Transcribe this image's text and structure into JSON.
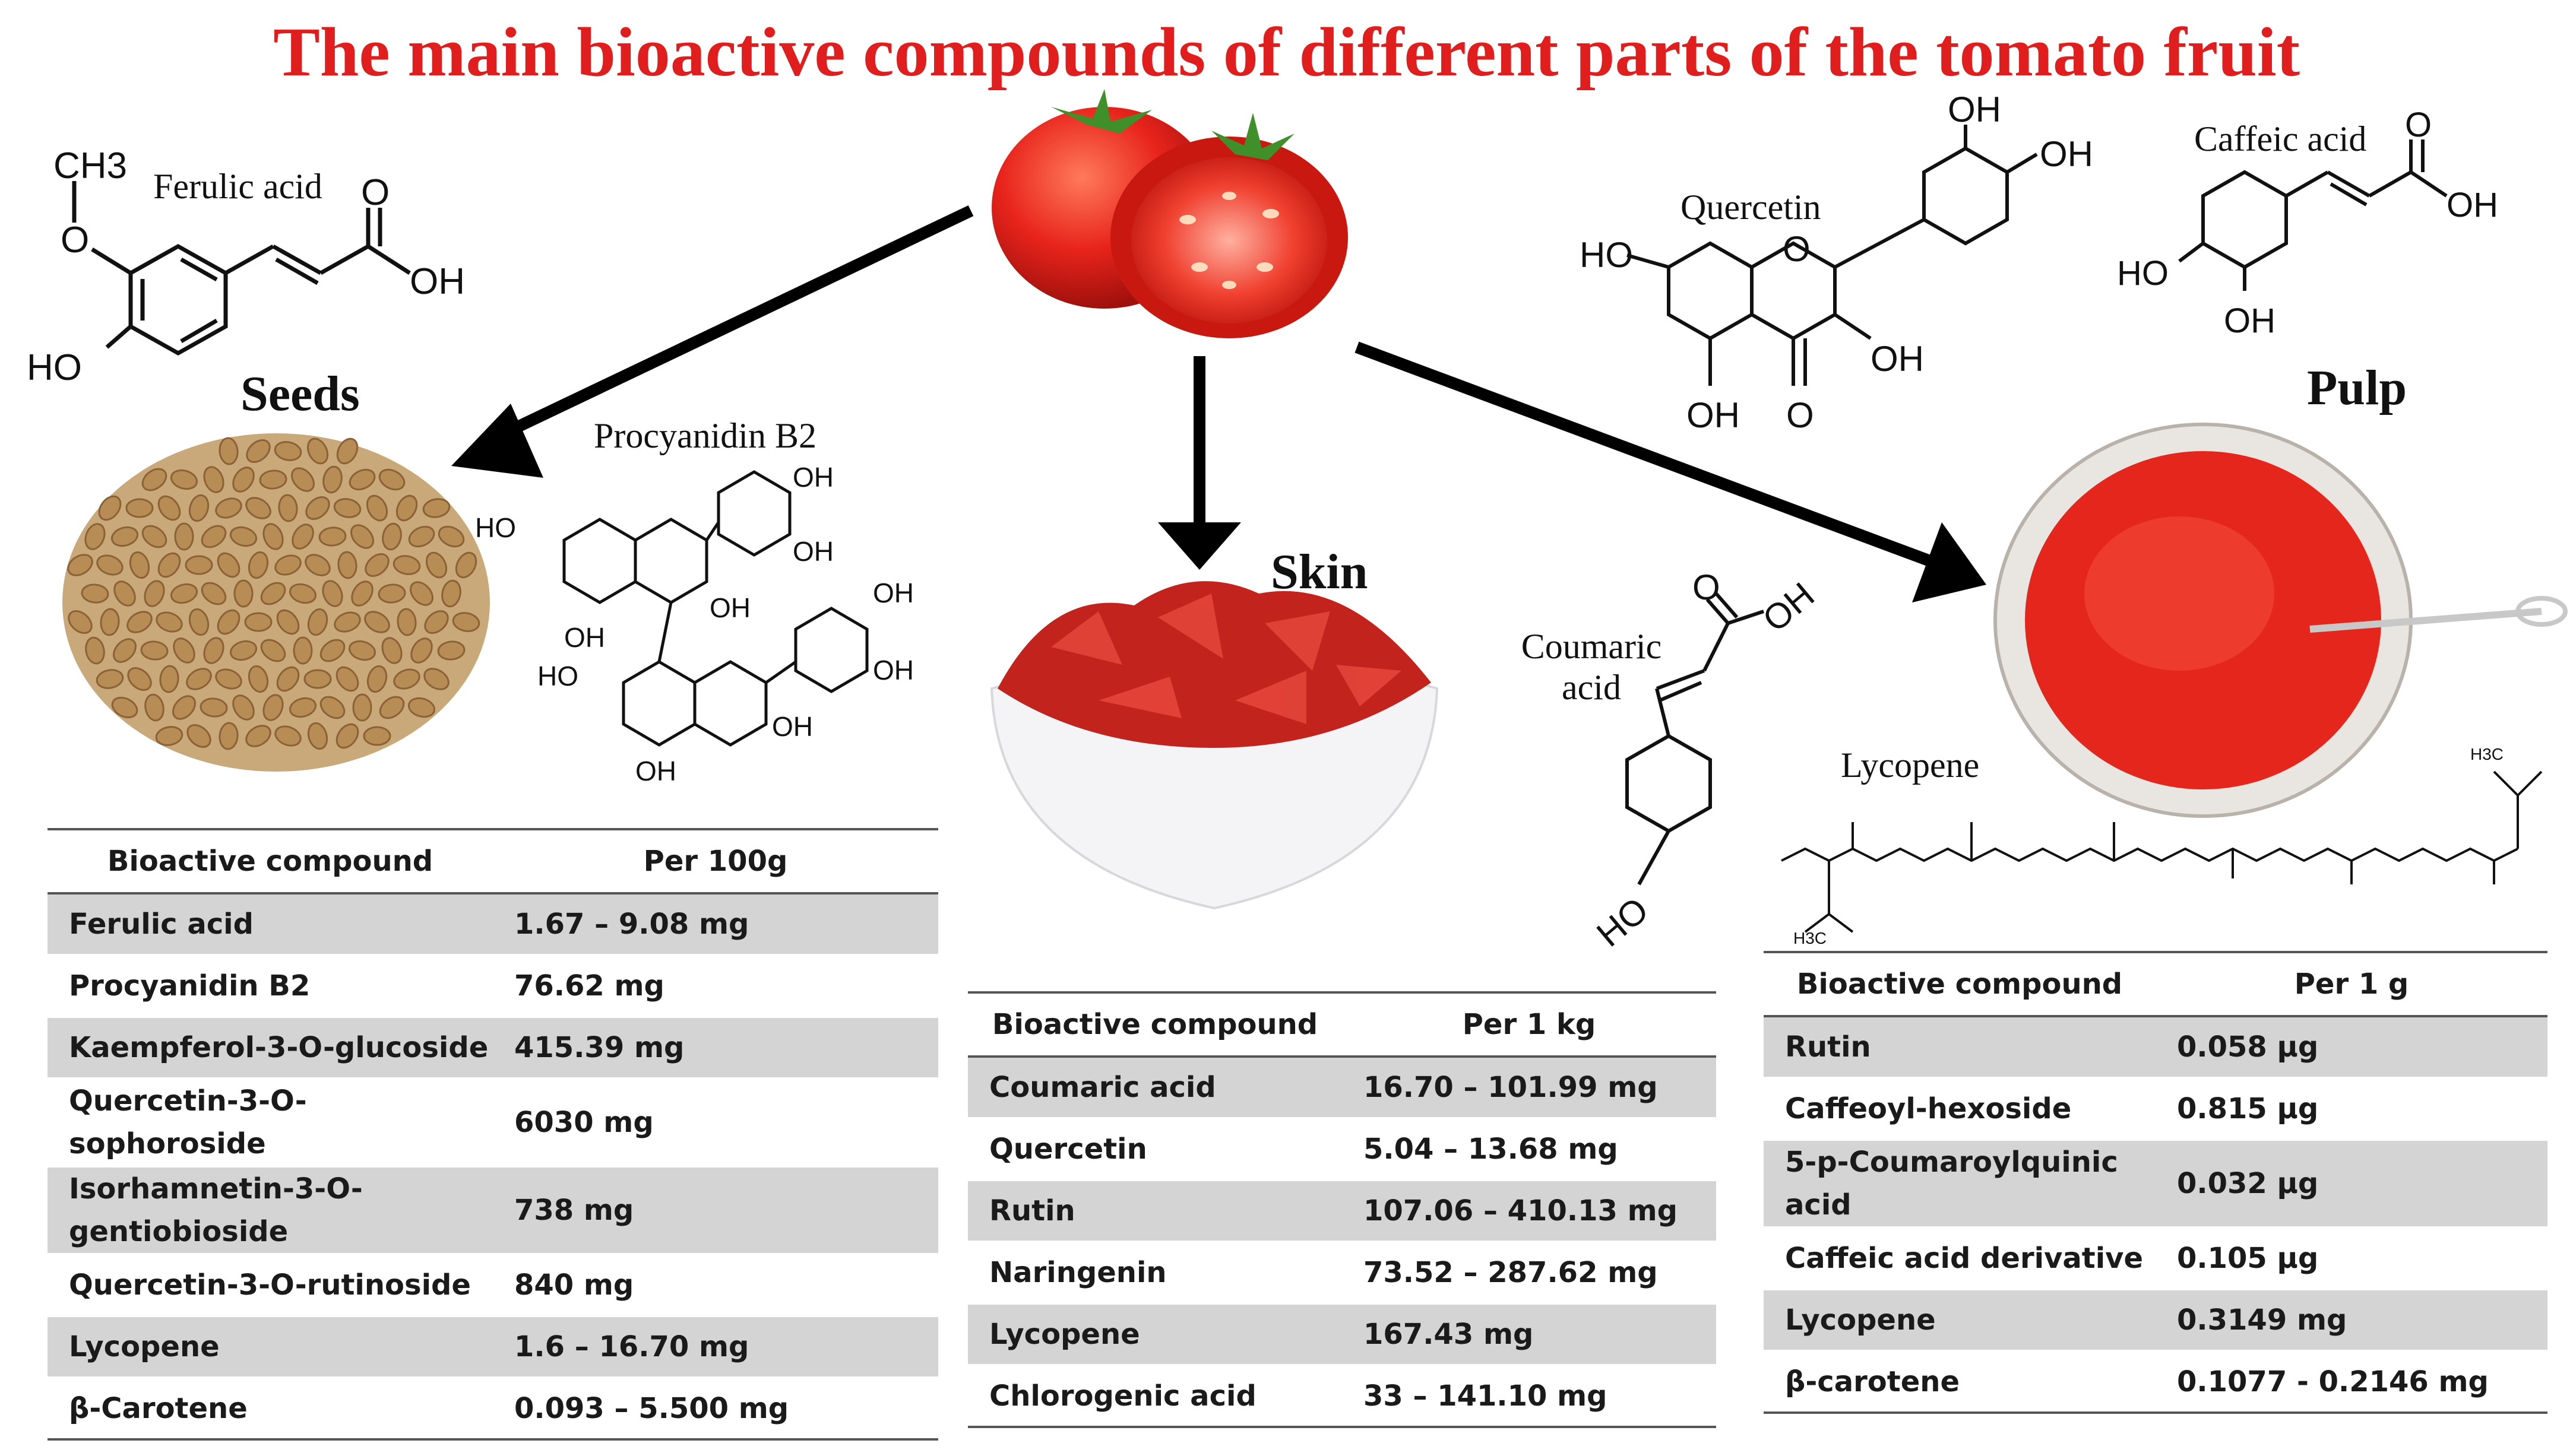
{
  "title": "The main bioactive compounds of different parts of the tomato fruit",
  "parts": {
    "seeds": "Seeds",
    "skin": "Skin",
    "pulp": "Pulp"
  },
  "structures": {
    "ferulic": "Ferulic acid",
    "procyanidin": "Procyanidin B2",
    "quercetin": "Quercetin",
    "caffeic": "Caffeic acid",
    "coumaric_line1": "Coumaric",
    "coumaric_line2": "acid",
    "lycopene": "Lycopene"
  },
  "atoms": {
    "ch3": "CH3",
    "o": "O",
    "oh": "OH",
    "ho": "HO",
    "h3c": "H3C"
  },
  "tables": {
    "seeds": {
      "headers": [
        "Bioactive compound",
        "Per 100g"
      ],
      "rows": [
        [
          "Ferulic acid",
          "1.67 – 9.08 mg"
        ],
        [
          "Procyanidin  B2",
          "76.62 mg"
        ],
        [
          "Kaempferol-3-O-glucoside",
          "415.39 mg"
        ],
        [
          "Quercetin-3-O-sophoroside",
          "6030 mg"
        ],
        [
          "Isorhamnetin-3-O-gentiobioside",
          "738 mg"
        ],
        [
          "Quercetin-3-O-rutinoside",
          "840 mg"
        ],
        [
          "Lycopene",
          "1.6 – 16.70 mg"
        ],
        [
          "β-Carotene",
          "0.093 – 5.500 mg"
        ]
      ]
    },
    "skin": {
      "headers": [
        "Bioactive compound",
        "Per 1 kg"
      ],
      "rows": [
        [
          "Coumaric acid",
          "16.70 – 101.99 mg"
        ],
        [
          "Quercetin",
          "5.04 – 13.68 mg"
        ],
        [
          "Rutin",
          "107.06 – 410.13 mg"
        ],
        [
          "Naringenin",
          "73.52 – 287.62 mg"
        ],
        [
          "Lycopene",
          "167.43 mg"
        ],
        [
          "Chlorogenic acid",
          "33 – 141.10 mg"
        ]
      ]
    },
    "pulp": {
      "headers": [
        "Bioactive compound",
        "Per 1 g"
      ],
      "rows": [
        [
          "Rutin",
          "0.058 µg"
        ],
        [
          "Caffeoyl-hexoside",
          "0.815 µg"
        ],
        [
          "5-p-Coumaroylquinic acid",
          "0.032 µg"
        ],
        [
          "Caffeic acid derivative",
          "0.105 µg"
        ],
        [
          "Lycopene",
          "0.3149 mg"
        ],
        [
          "β-carotene",
          "0.1077 - 0.2146 mg"
        ]
      ]
    }
  },
  "colors": {
    "title": "#e01e1e",
    "tomato": "#e8241c",
    "row_shade": "#d4d4d4"
  }
}
